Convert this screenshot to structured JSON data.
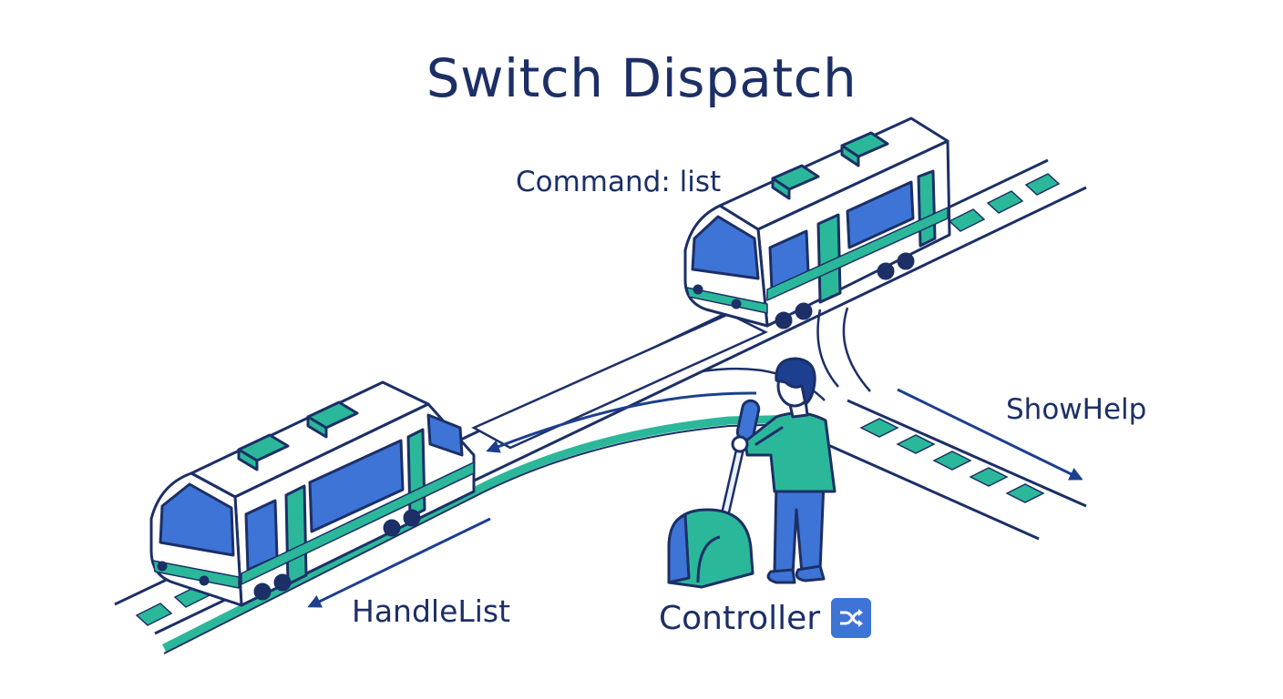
{
  "diagram": {
    "title": "Switch Dispatch",
    "command_label": "Command: list",
    "branch_right_label": "ShowHelp",
    "branch_left_label": "HandleList",
    "controller_label": "Controller"
  },
  "icons": {
    "controller_badge": "shuffle-icon",
    "arrows": [
      "arrow-left-icon",
      "arrow-down-right-icon"
    ]
  },
  "colors": {
    "navy": "#1c2f66",
    "teal": "#2bb89a",
    "blue": "#3d74d6",
    "white": "#ffffff"
  }
}
